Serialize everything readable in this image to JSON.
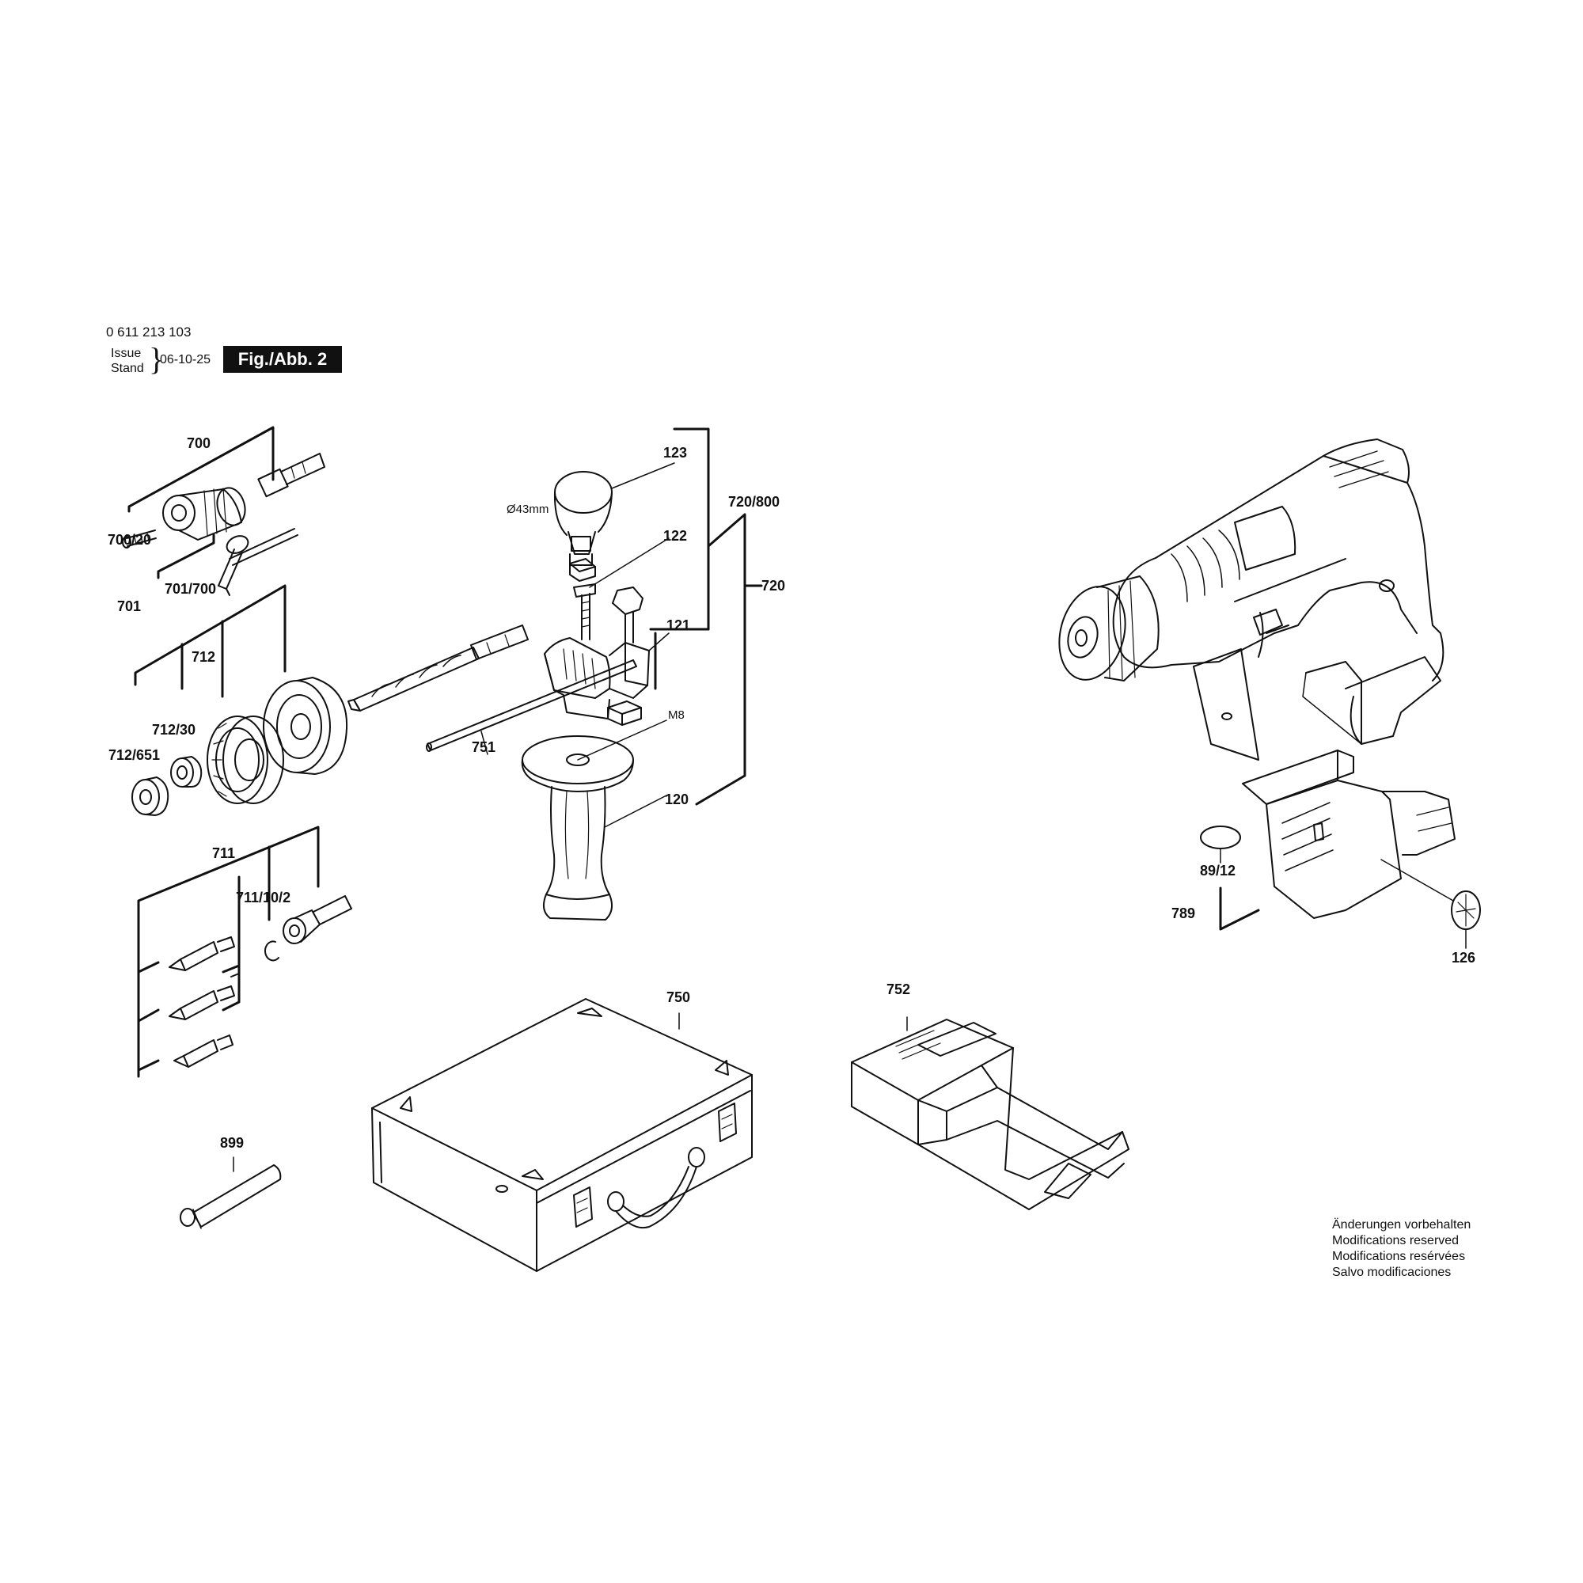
{
  "header": {
    "part_number": "0 611 213 103",
    "issue_label": "Issue",
    "stand_label": "Stand",
    "date": "06-10-25",
    "figure": "Fig./Abb. 2"
  },
  "labels": {
    "l700": "700",
    "l700_20": "700/20",
    "l701": "701",
    "l701_700": "701/700",
    "l712": "712",
    "l712_30": "712/30",
    "l712_651": "712/651",
    "l711": "711",
    "l711_10_2": "711/10/2",
    "l123": "123",
    "l122": "122",
    "l121": "121",
    "l720_800": "720/800",
    "l720": "720",
    "l751": "751",
    "l120": "120",
    "m8": "M8",
    "dia": "Ø43mm",
    "l89_12": "89/12",
    "l789": "789",
    "l126": "126",
    "l750": "750",
    "l752": "752",
    "l899": "899"
  },
  "notice": [
    "Änderungen vorbehalten",
    "Modifications reserved",
    "Modifications resérvées",
    "Salvo modificaciones"
  ]
}
